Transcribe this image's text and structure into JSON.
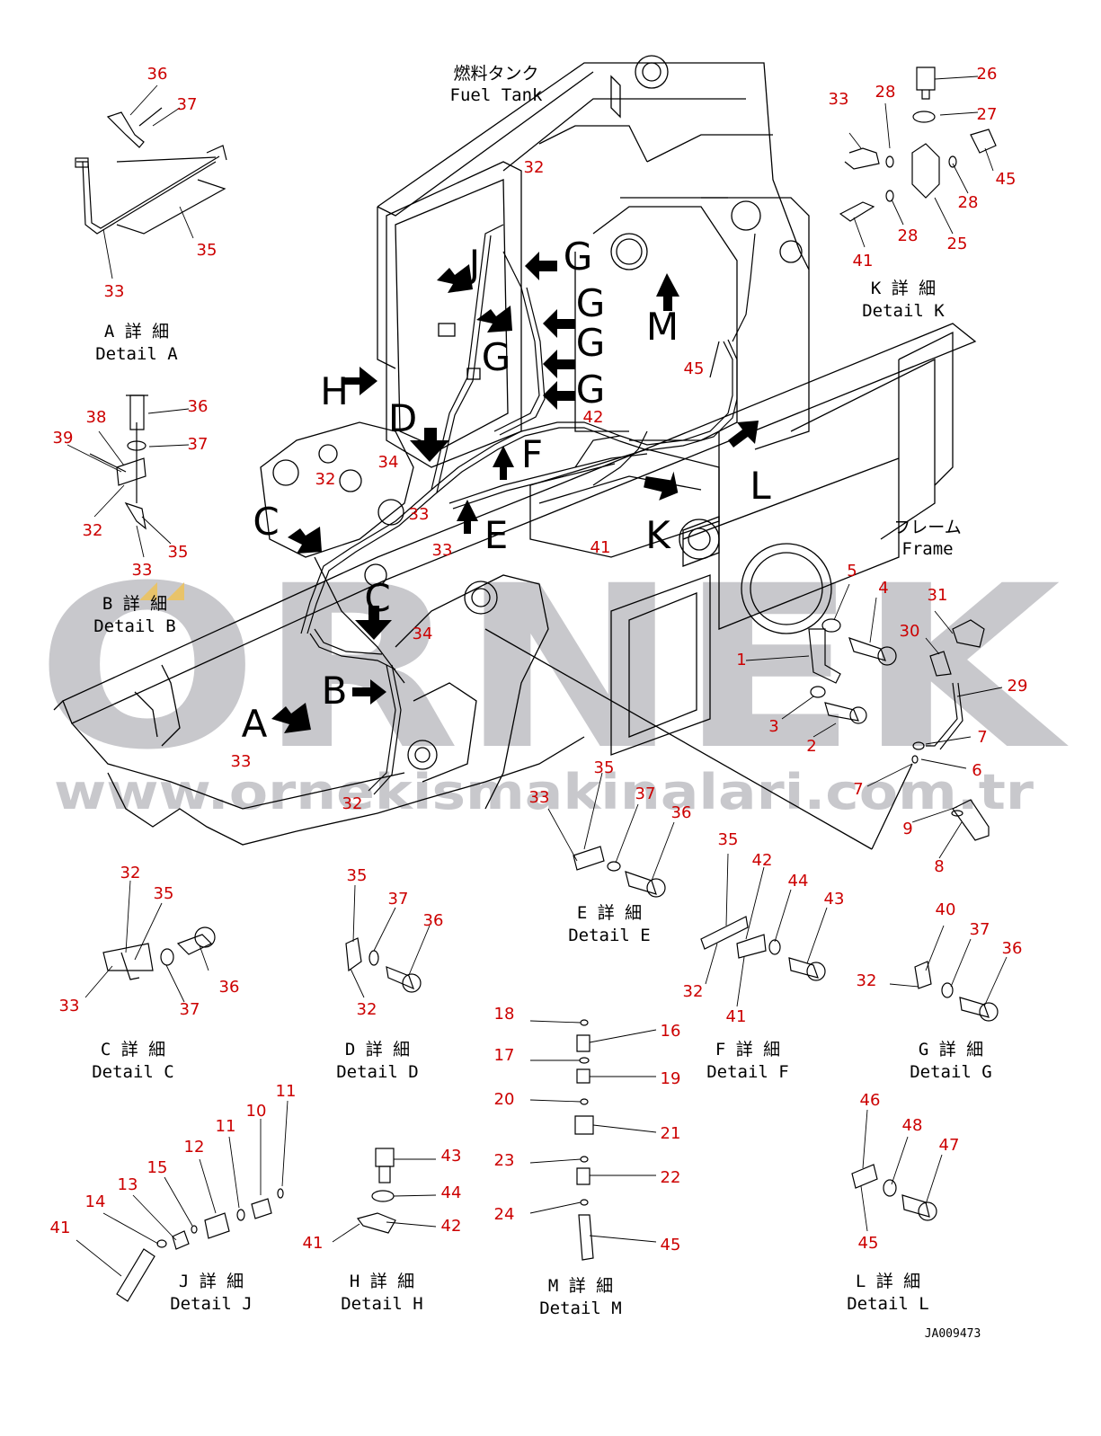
{
  "colors": {
    "line": "#000000",
    "callout": "#cc0000",
    "watermark": "#c8c8cc",
    "watermark_accent": "#e8c36a"
  },
  "header": {
    "title_jp": "燃料タンク",
    "title_en": "Fuel Tank"
  },
  "frame_label": {
    "jp": "フレーム",
    "en": "Frame"
  },
  "watermark": {
    "brand": "ORNEK",
    "url": "www.ornekismakinalari.com.tr"
  },
  "drawing_code": "JA009473",
  "view_letters": [
    "A",
    "B",
    "C",
    "D",
    "E",
    "F",
    "G",
    "H",
    "J",
    "K",
    "L",
    "M"
  ],
  "details": {
    "A": {
      "jp": "A 詳 細",
      "en": "Detail A"
    },
    "B": {
      "jp": "B 詳 細",
      "en": "Detail B"
    },
    "C": {
      "jp": "C 詳 細",
      "en": "Detail C"
    },
    "D": {
      "jp": "D 詳 細",
      "en": "Detail D"
    },
    "E": {
      "jp": "E 詳 細",
      "en": "Detail E"
    },
    "F": {
      "jp": "F 詳 細",
      "en": "Detail F"
    },
    "G": {
      "jp": "G 詳 細",
      "en": "Detail G"
    },
    "H": {
      "jp": "H 詳 細",
      "en": "Detail H"
    },
    "J": {
      "jp": "J 詳 細",
      "en": "Detail J"
    },
    "K": {
      "jp": "K 詳 細",
      "en": "Detail K"
    },
    "L": {
      "jp": "L 詳 細",
      "en": "Detail L"
    },
    "M": {
      "jp": "M 詳 細",
      "en": "Detail M"
    }
  },
  "callouts": {
    "c1": "36",
    "c2": "37",
    "c3": "35",
    "c4": "33",
    "c5": "26",
    "c6": "27",
    "c7": "28",
    "c8": "33",
    "c9": "45",
    "c10": "28",
    "c11": "28",
    "c12": "25",
    "c13": "41",
    "c14": "36",
    "c15": "38",
    "c16": "39",
    "c17": "37",
    "c18": "32",
    "c19": "35",
    "c20": "33",
    "c21": "32",
    "c22": "34",
    "c23": "32",
    "c24": "33",
    "c25": "33",
    "c26": "41",
    "c27": "42",
    "c28": "45",
    "c29": "34",
    "c30": "33",
    "c31": "32",
    "c32": "5",
    "c33": "4",
    "c34": "1",
    "c35": "3",
    "c36": "2",
    "c37": "31",
    "c38": "30",
    "c39": "29",
    "c40": "7",
    "c41": "6",
    "c42": "7",
    "c43": "9",
    "c44": "8",
    "c45": "35",
    "c46": "33",
    "c47": "37",
    "c48": "36",
    "c49": "35",
    "c50": "42",
    "c51": "44",
    "c52": "43",
    "c53": "32",
    "c54": "41",
    "c55": "40",
    "c56": "37",
    "c57": "36",
    "c58": "32",
    "c59": "32",
    "c60": "35",
    "c61": "36",
    "c62": "33",
    "c63": "37",
    "c64": "35",
    "c65": "37",
    "c66": "36",
    "c67": "32",
    "c68": "18",
    "c69": "16",
    "c70": "17",
    "c71": "19",
    "c72": "20",
    "c73": "21",
    "c74": "23",
    "c75": "22",
    "c76": "24",
    "c77": "45",
    "c78": "11",
    "c79": "10",
    "c80": "11",
    "c81": "12",
    "c82": "15",
    "c83": "13",
    "c84": "14",
    "c85": "41",
    "c86": "43",
    "c87": "44",
    "c88": "42",
    "c89": "41",
    "c90": "46",
    "c91": "48",
    "c92": "47",
    "c93": "45"
  }
}
